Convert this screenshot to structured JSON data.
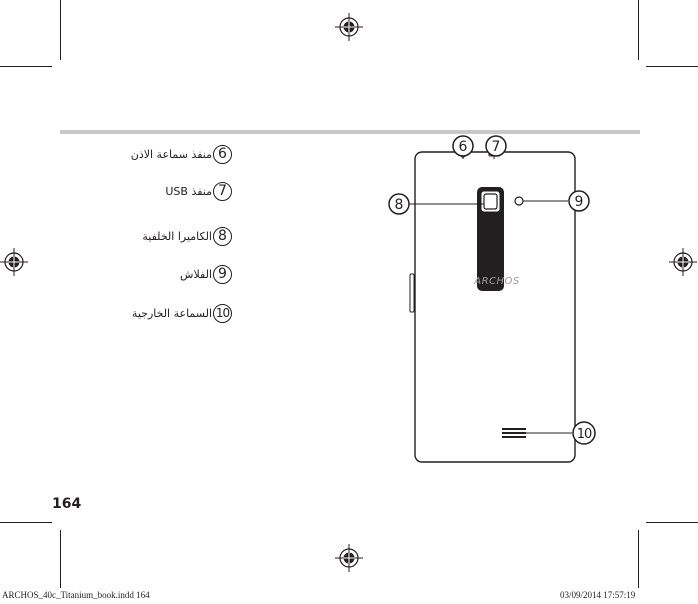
{
  "legend": [
    {
      "number": "6",
      "label": "منفذ سماعة الاذن"
    },
    {
      "number": "7",
      "label": "منفذ USB"
    },
    {
      "number": "8",
      "label": "الكاميرا الخلفية"
    },
    {
      "number": "9",
      "label": "الفلاش"
    },
    {
      "number": "10",
      "label": "السماعة الخارجية"
    }
  ],
  "callouts": {
    "c6": "6",
    "c7": "7",
    "c8": "8",
    "c9": "9",
    "c10": "10"
  },
  "device": {
    "brand": "ARCHOS"
  },
  "page_number": "164",
  "slug": {
    "file": "ARCHOS_40c_Titanium_book.indd   164",
    "timestamp": "03/09/2014   17:57:19"
  },
  "colors": {
    "ink": "#231f20",
    "rule": "#c8c8c8",
    "brand_text": "#9a9a9a"
  }
}
